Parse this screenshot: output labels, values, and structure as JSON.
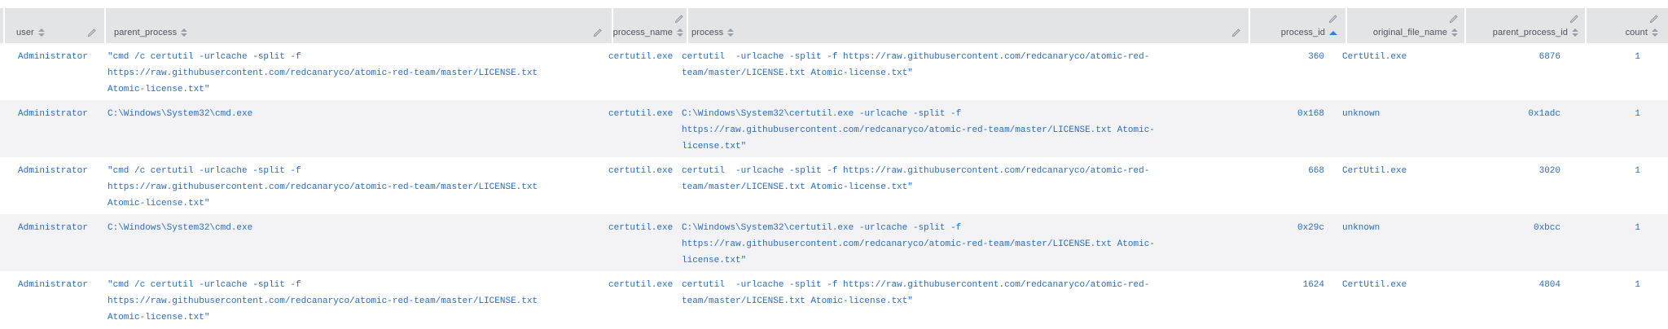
{
  "table": {
    "columns": [
      {
        "label": "user",
        "sort_state": "sortable"
      },
      {
        "label": "parent_process",
        "sort_state": "sortable"
      },
      {
        "label": "process_name",
        "sort_state": "sortable"
      },
      {
        "label": "process",
        "sort_state": "sortable"
      },
      {
        "label": "process_id",
        "sort_state": "ascending"
      },
      {
        "label": "original_file_name",
        "sort_state": "sortable"
      },
      {
        "label": "parent_process_id",
        "sort_state": "sortable"
      },
      {
        "label": "count",
        "sort_state": "sortable"
      }
    ],
    "sort_active_column": "process_id",
    "rows": [
      {
        "user": "Administrator",
        "parent_process": "\"cmd /c certutil -urlcache -split -f https://raw.githubusercontent.com/redcanaryco/atomic-red-team/master/LICENSE.txt Atomic-license.txt\"",
        "process_name": "certutil.exe",
        "process": "certutil  -urlcache -split -f https://raw.githubusercontent.com/redcanaryco/atomic-red-team/master/LICENSE.txt Atomic-license.txt\"",
        "process_id": "360",
        "original_file_name": "CertUtil.exe",
        "parent_process_id": "6876",
        "count": "1"
      },
      {
        "user": "Administrator",
        "parent_process": "C:\\Windows\\System32\\cmd.exe",
        "process_name": "certutil.exe",
        "process": "C:\\Windows\\System32\\certutil.exe -urlcache -split -f https://raw.githubusercontent.com/redcanaryco/atomic-red-team/master/LICENSE.txt Atomic-license.txt\"",
        "process_id": "0x168",
        "original_file_name": "unknown",
        "parent_process_id": "0x1adc",
        "count": "1"
      },
      {
        "user": "Administrator",
        "parent_process": "\"cmd /c certutil -urlcache -split -f https://raw.githubusercontent.com/redcanaryco/atomic-red-team/master/LICENSE.txt Atomic-license.txt\"",
        "process_name": "certutil.exe",
        "process": "certutil  -urlcache -split -f https://raw.githubusercontent.com/redcanaryco/atomic-red-team/master/LICENSE.txt Atomic-license.txt\"",
        "process_id": "668",
        "original_file_name": "CertUtil.exe",
        "parent_process_id": "3020",
        "count": "1"
      },
      {
        "user": "Administrator",
        "parent_process": "C:\\Windows\\System32\\cmd.exe",
        "process_name": "certutil.exe",
        "process": "C:\\Windows\\System32\\certutil.exe -urlcache -split -f https://raw.githubusercontent.com/redcanaryco/atomic-red-team/master/LICENSE.txt Atomic-license.txt\"",
        "process_id": "0x29c",
        "original_file_name": "unknown",
        "parent_process_id": "0xbcc",
        "count": "1"
      },
      {
        "user": "Administrator",
        "parent_process": "\"cmd /c certutil -urlcache -split -f https://raw.githubusercontent.com/redcanaryco/atomic-red-team/master/LICENSE.txt Atomic-license.txt\"",
        "process_name": "certutil.exe",
        "process": "certutil  -urlcache -split -f https://raw.githubusercontent.com/redcanaryco/atomic-red-team/master/LICENSE.txt Atomic-license.txt\"",
        "process_id": "1624",
        "original_file_name": "CertUtil.exe",
        "parent_process_id": "4804",
        "count": "1"
      }
    ],
    "colors": {
      "header_bg": "#e3e4e6",
      "stripe_bg": "#f3f3f5",
      "data_text": "#2b6cb5",
      "header_text": "#4e545c",
      "sort_active": "#3a7cc9"
    }
  }
}
